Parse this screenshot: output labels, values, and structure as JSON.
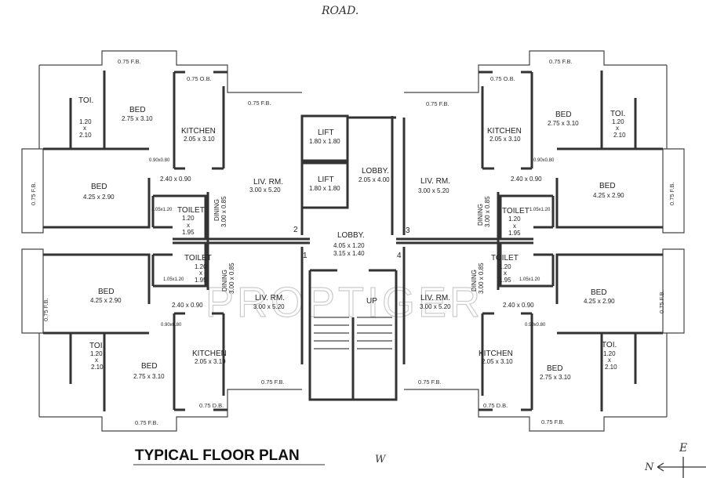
{
  "road_label": "ROAD.",
  "title": "TYPICAL FLOOR PLAN",
  "watermark": "PROPTIGER",
  "compass": {
    "east": "E",
    "west": "W",
    "north": "N"
  },
  "core": {
    "lift_1": {
      "name": "LIFT",
      "dims": "1.80 x 1.80"
    },
    "lift_2": {
      "name": "LIFT",
      "dims": "1.80 x 1.80"
    },
    "lobby_upper": {
      "name": "LOBBY.",
      "dims": "2.05 x 4.00"
    },
    "lobby_lower": {
      "name": "LOBBY.",
      "dims_1": "4.05 x 1.20",
      "dims_2": "3.15 x 1.40"
    },
    "stair_label": "UP"
  },
  "flats": [
    {
      "unit_no": "2",
      "fb_top": "0.75 F.B.",
      "ob": "0.75 O.B.",
      "fb_living": "0.75 F.B.",
      "fb_side": "0.75 F.B.",
      "toi": {
        "name": "TOI.",
        "w": "1.20",
        "x": "x",
        "h": "2.10"
      },
      "bed_small": {
        "name": "BED",
        "dims": "2.75 x 3.10"
      },
      "kitchen": {
        "name": "KITCHEN",
        "dims": "2.05 x 3.10"
      },
      "door": "0.90x0.80",
      "passage": "2.40 x 0.90",
      "bed_large": {
        "name": "BED",
        "dims": "4.25 x 2.90"
      },
      "living": {
        "name": "LIV. RM.",
        "dims": "3.00 x 5.20"
      },
      "dining": {
        "name": "DINING",
        "dims": "3.00 x 0.85"
      },
      "toilet": {
        "name": "TOILET",
        "w": "1.20",
        "x": "x",
        "h": "1.95"
      },
      "toilet_ext": "1.05x1.20"
    },
    {
      "unit_no": "3",
      "fb_top": "0.75 F.B.",
      "ob": "0.75 O.B.",
      "fb_living": "0.75 F.B.",
      "fb_side": "0.75 F.B.",
      "toi": {
        "name": "TOI.",
        "w": "1.20",
        "x": "x",
        "h": "2.10"
      },
      "bed_small": {
        "name": "BED",
        "dims": "2.75 x 3.10"
      },
      "kitchen": {
        "name": "KITCHEN",
        "dims": "2.05 x 3.10"
      },
      "door": "0.90x0.80",
      "passage": "2.40 x 0.90",
      "bed_large": {
        "name": "BED",
        "dims": "4.25 x 2.90"
      },
      "living": {
        "name": "LIV. RM.",
        "dims": "3.00 x 5.20"
      },
      "dining": {
        "name": "DINING",
        "dims": "3.00 x 0.85"
      },
      "toilet": {
        "name": "TOILET",
        "w": "1.20",
        "x": "x",
        "h": "1.95"
      },
      "toilet_ext": "1.05x1.20"
    },
    {
      "unit_no": "1",
      "fb_bottom": "0.75 F.B.",
      "db": "0.75 D.B.",
      "fb_living": "0.75 F.B.",
      "fb_side": "0.75 F.B.",
      "toi": {
        "name": "TOI.",
        "w": "1.20",
        "x": "x",
        "h": "2.10"
      },
      "bed_small": {
        "name": "BED",
        "dims": "2.75 x 3.10"
      },
      "kitchen": {
        "name": "KITCHEN",
        "dims": "2.05 x 3.10"
      },
      "door": "0.90x0.80",
      "passage": "2.40 x 0.90",
      "bed_large": {
        "name": "BED",
        "dims": "4.25 x 2.90"
      },
      "living": {
        "name": "LIV. RM.",
        "dims": "3.00 x 5.20"
      },
      "dining": {
        "name": "DINING",
        "dims": "3.00 x 0.85"
      },
      "toilet": {
        "name": "TOILET",
        "w": "1.20",
        "x": "x",
        "h": "1.95"
      },
      "toilet_ext": "1.05x1.20"
    },
    {
      "unit_no": "4",
      "fb_bottom": "0.75 F.B.",
      "db": "0.75 D.B.",
      "fb_living": "0.75 F.B.",
      "fb_side": "0.75 F.B.",
      "toi": {
        "name": "TOI.",
        "w": "1.20",
        "x": "x",
        "h": "2.10"
      },
      "bed_small": {
        "name": "BED",
        "dims": "2.75 x 3.10"
      },
      "kitchen": {
        "name": "KITCHEN",
        "dims": "2.05 x 3.10"
      },
      "door": "0.90x0.80",
      "passage": "2.40 x 0.90",
      "bed_large": {
        "name": "BED",
        "dims": "4.25 x 2.90"
      },
      "living": {
        "name": "LIV. RM.",
        "dims": "3.00 x 5.20"
      },
      "dining": {
        "name": "DINING",
        "dims": "3.00 x 0.85"
      },
      "toilet": {
        "name": "TOILET",
        "w": "1.20",
        "x": "x",
        "h": "1.95"
      },
      "toilet_ext": "1.05x1.20"
    }
  ]
}
